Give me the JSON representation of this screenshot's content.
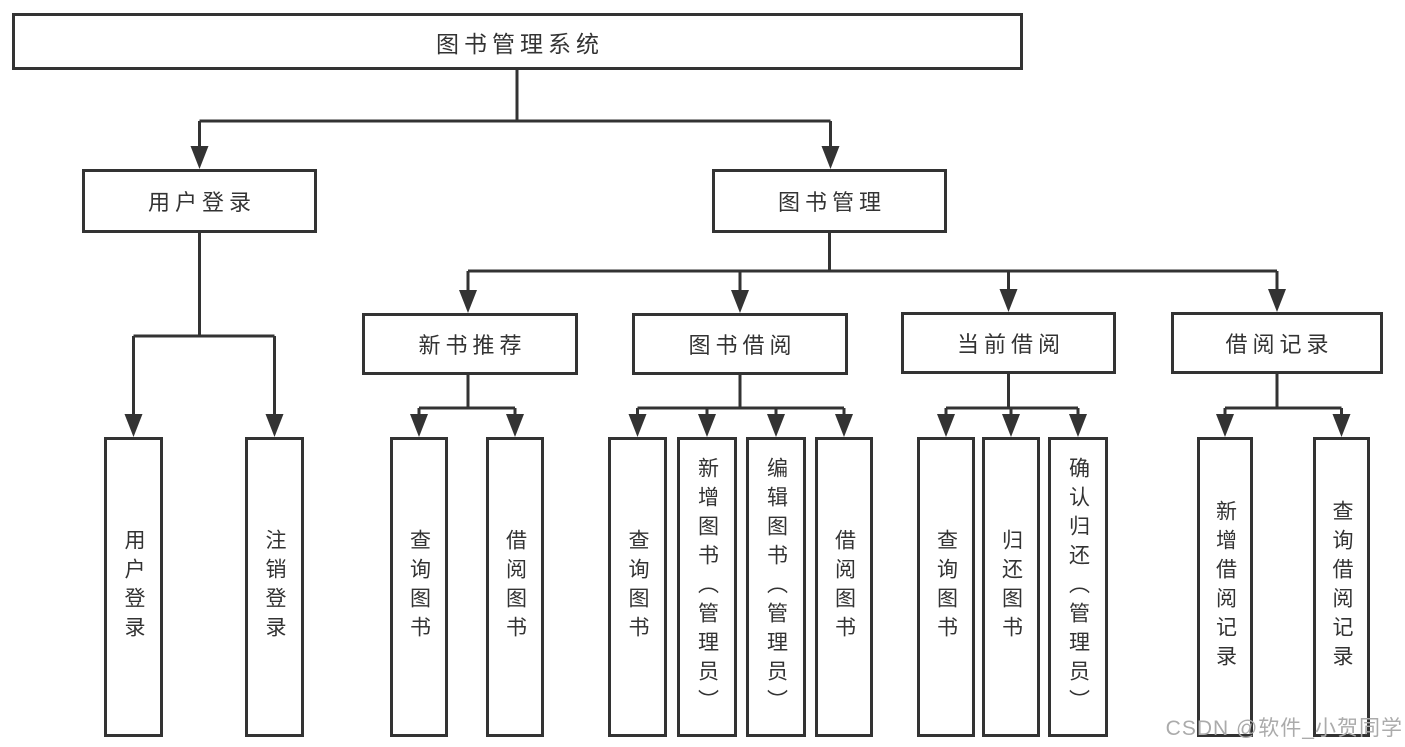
{
  "colors": {
    "line": "#333333",
    "text": "#333333",
    "box_background": "#ffffff",
    "watermark": "#ababab",
    "background": "#ffffff"
  },
  "tree": {
    "root": "图书管理系统",
    "branches": [
      {
        "label": "用户登录",
        "leaves": [
          "用户登录",
          "注销登录"
        ]
      },
      {
        "label": "图书管理",
        "groups": [
          {
            "label": "新书推荐",
            "leaves": [
              "查询图书",
              "借阅图书"
            ]
          },
          {
            "label": "图书借阅",
            "leaves": [
              "查询图书",
              "新增图书（管理员）",
              "编辑图书（管理员）",
              "借阅图书"
            ]
          },
          {
            "label": "当前借阅",
            "leaves": [
              "查询图书",
              "归还图书",
              "确认归还（管理员）"
            ]
          },
          {
            "label": "借阅记录",
            "leaves": [
              "新增借阅记录",
              "查询借阅记录"
            ]
          }
        ]
      }
    ]
  },
  "watermark": {
    "text": "CSDN @软件_小贺同学"
  }
}
